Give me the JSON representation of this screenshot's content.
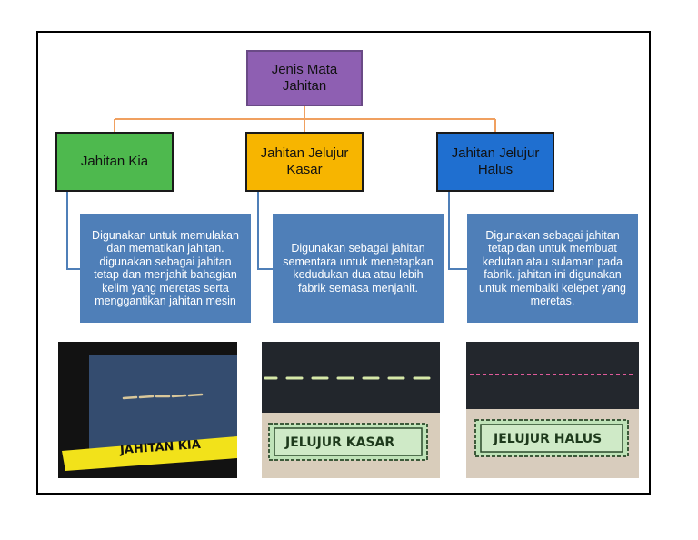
{
  "diagram": {
    "root": {
      "label": "Jenis Mata Jahitan"
    },
    "children": [
      {
        "label": "Jahitan Kia",
        "description": "Digunakan untuk memulakan dan mematikan jahitan. digunakan sebagai jahitan tetap dan menjahit bahagian kelim yang meretas serta menggantikan jahitan mesin",
        "photo_label": "JAHITAN KIA"
      },
      {
        "label": "Jahitan Jelujur Kasar",
        "description": "Digunakan sebagai jahitan sementara untuk menetapkan kedudukan dua atau lebih fabrik semasa menjahit.",
        "photo_label": "JELUJUR KASAR"
      },
      {
        "label": "Jahitan Jelujur Halus",
        "description": "Digunakan sebagai jahitan tetap dan untuk membuat kedutan atau sulaman pada fabrik. jahitan ini digunakan untuk membaiki kelepet yang meretas.",
        "photo_label": "JELUJUR HALUS"
      }
    ]
  },
  "colors": {
    "root": "#8e5fb2",
    "kia": "#4eb94e",
    "kasar": "#f7b500",
    "halus": "#1f6fd0",
    "description_box": "#4f7fb8",
    "connector": "#f0a060"
  }
}
